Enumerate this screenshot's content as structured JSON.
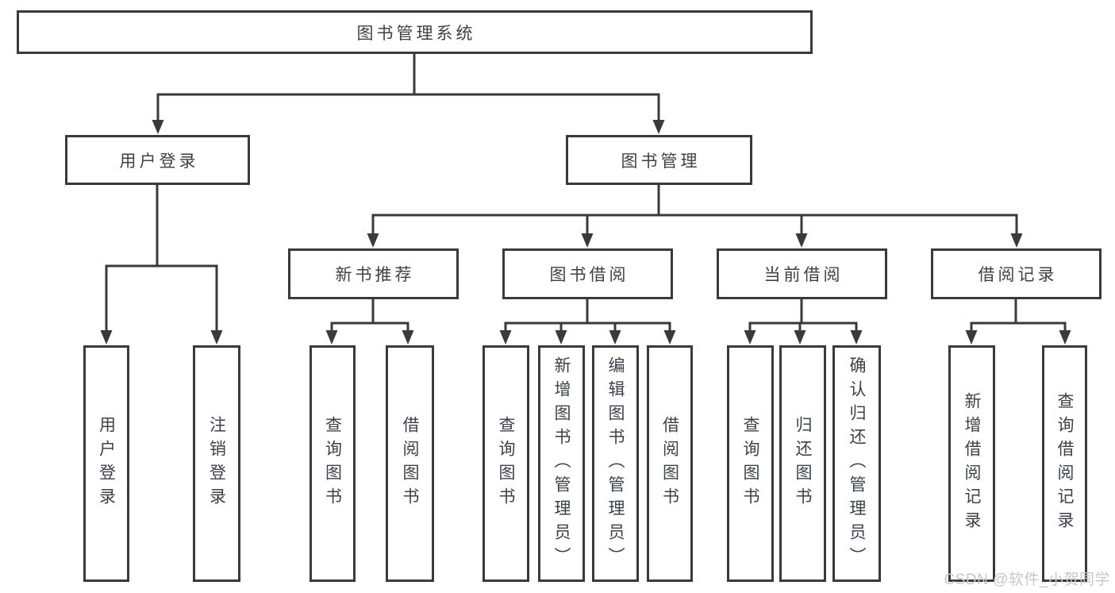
{
  "diagram": {
    "watermark": "CSDN @软件_小贺同学",
    "colors": {
      "line": "#3a3a3a",
      "box_border": "#3a3a3a",
      "text": "#3d4149",
      "watermark": "#c4c7cf",
      "background": "#ffffff"
    },
    "nodes": {
      "root": {
        "label": "图书管理系统"
      },
      "user_login": {
        "label": "用户登录"
      },
      "book_mgmt": {
        "label": "图书管理"
      },
      "new_book_rec": {
        "label": "新书推荐"
      },
      "book_borrow": {
        "label": "图书借阅"
      },
      "current_borrow": {
        "label": "当前借阅"
      },
      "borrow_record": {
        "label": "借阅记录"
      },
      "leaf_user_login": {
        "label": "用户登录"
      },
      "leaf_logout": {
        "label": "注销登录"
      },
      "leaf_query_new": {
        "label": "查询图书"
      },
      "leaf_borrow_new": {
        "label": "借阅图书"
      },
      "leaf_query_borrow": {
        "label": "查询图书"
      },
      "leaf_add_book": {
        "label": "新增图书（管理员）"
      },
      "leaf_edit_book": {
        "label": "编辑图书（管理员）"
      },
      "leaf_borrow_borrow": {
        "label": "借阅图书"
      },
      "leaf_query_current": {
        "label": "查询图书"
      },
      "leaf_return_book": {
        "label": "归还图书"
      },
      "leaf_confirm_return": {
        "label": "确认归还（管理员）"
      },
      "leaf_add_record": {
        "label": "新增借阅记录"
      },
      "leaf_query_record": {
        "label": "查询借阅记录"
      }
    },
    "hierarchy": {
      "图书管理系统": [
        "用户登录",
        "图书管理"
      ],
      "用户登录": [
        "用户登录",
        "注销登录"
      ],
      "图书管理": [
        "新书推荐",
        "图书借阅",
        "当前借阅",
        "借阅记录"
      ],
      "新书推荐": [
        "查询图书",
        "借阅图书"
      ],
      "图书借阅": [
        "查询图书",
        "新增图书（管理员）",
        "编辑图书（管理员）",
        "借阅图书"
      ],
      "当前借阅": [
        "查询图书",
        "归还图书",
        "确认归还（管理员）"
      ],
      "借阅记录": [
        "新增借阅记录",
        "查询借阅记录"
      ]
    }
  }
}
